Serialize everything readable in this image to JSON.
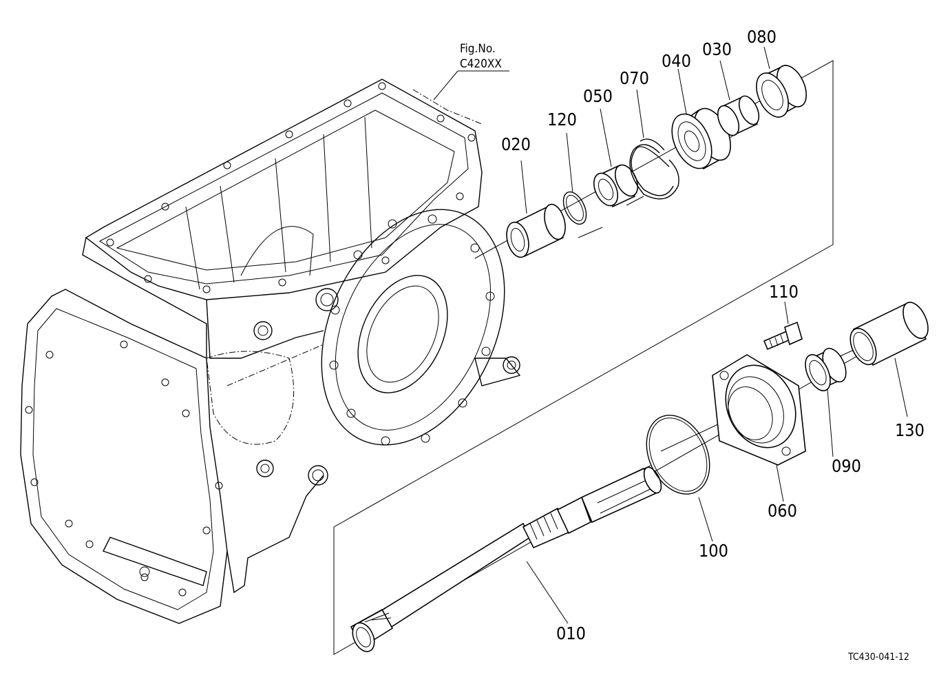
{
  "figure_ref": {
    "line1": "Fig.No.",
    "line2": "C420XX"
  },
  "drawing_code": "TC430-041-12",
  "callouts": {
    "p010": "010",
    "p020": "020",
    "p030": "030",
    "p040": "040",
    "p050": "050",
    "p060": "060",
    "p070": "070",
    "p080": "080",
    "p090": "090",
    "p100": "100",
    "p110": "110",
    "p120": "120",
    "p130": "130"
  }
}
